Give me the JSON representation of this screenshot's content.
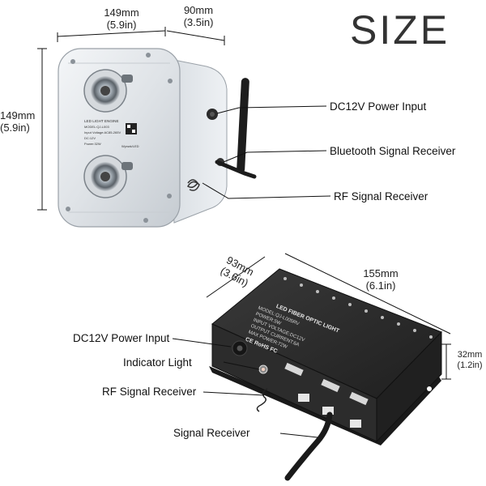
{
  "title": "SIZE",
  "engine1": {
    "width_mm": "149mm",
    "width_in": "(5.9in)",
    "depth_mm": "90mm",
    "depth_in": "(3.5in)",
    "height_mm": "149mm",
    "height_in": "(5.9in)",
    "callouts": {
      "power": "DC12V Power Input",
      "bluetooth": "Bluetooth Signal Receiver",
      "rf": "RF Signal Receiver"
    },
    "label_text": {
      "line1": "LED LIGHT ENGINE",
      "line2": "MODEL:QJ-L003",
      "line3": "Input Voltage:AC85-265V",
      "line4": "DC:12V",
      "line5": "Power:32W",
      "brand": "Wyxwk/LED"
    }
  },
  "engine2": {
    "depth_mm": "93mm",
    "depth_in": "(3.6in)",
    "length_mm": "155mm",
    "length_in": "(6.1in)",
    "height_mm": "32mm",
    "height_in": "(1.2in)",
    "callouts": {
      "power": "DC12V Power Input",
      "indicator": "Indicator Light",
      "rf": "RF Signal Receiver",
      "signal": "Signal Receiver"
    },
    "label_text": {
      "line1": "LED FIBER OPTIC LIGHT",
      "line2": "MODEL:QJ-L005RV",
      "line3": "POWER:5W",
      "line4": "INPUT VOLTAGE:DC12V",
      "line5": "OUTPUT CURRENT:6A",
      "line6": "MAX POWER:72W",
      "cert": "CE RoHS FC"
    }
  },
  "colors": {
    "engine1_body": "#e6e9ec",
    "engine2_body": "#2a2a2a",
    "lines": "#111111"
  }
}
